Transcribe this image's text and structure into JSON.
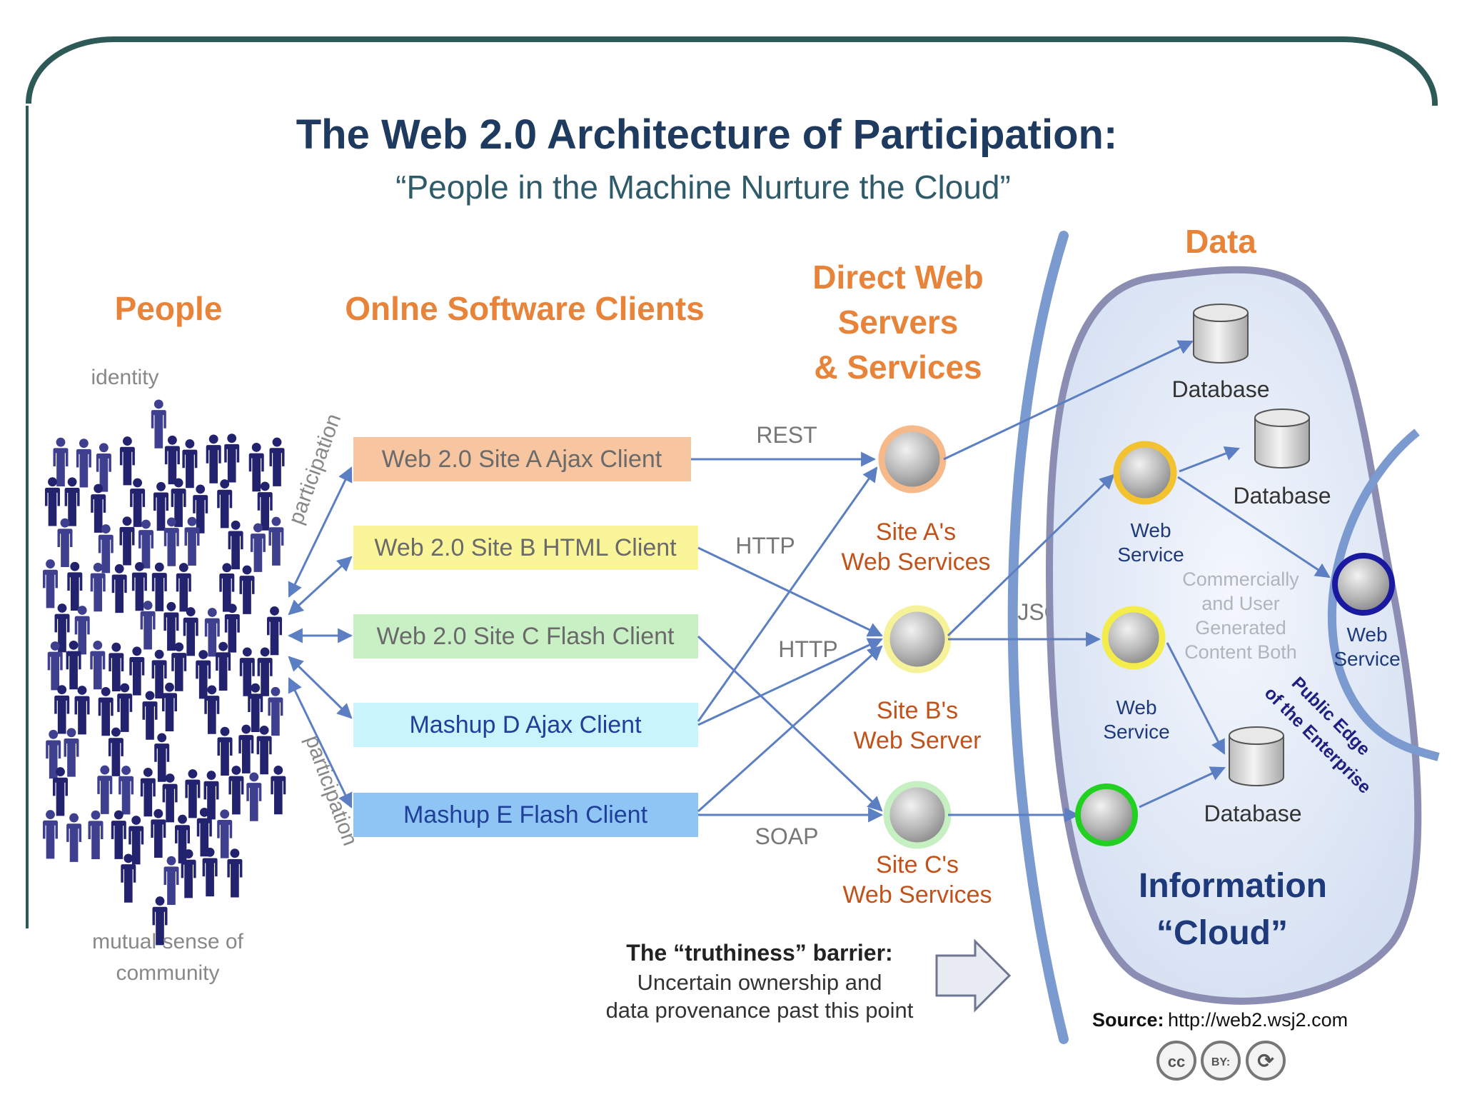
{
  "title": "The Web 2.0 Architecture of Participation:",
  "subtitle": "“People in the Machine Nurture the Cloud”",
  "columns": {
    "people": "People",
    "clients": "Onlne Software Clients",
    "servers": [
      "Direct Web",
      "Servers",
      "& Services"
    ],
    "data": "Data"
  },
  "people": {
    "top_label": "identity",
    "bottom_label": [
      "mutual sense of",
      "community"
    ],
    "participation_top": "participation",
    "participation_bottom": "participation"
  },
  "clients": [
    {
      "label": "Web 2.0 Site A Ajax Client",
      "color": "#f7c59f",
      "text_color": "#6a6a6a"
    },
    {
      "label": "Web 2.0 Site B HTML Client",
      "color": "#fbf59a",
      "text_color": "#6a6a6a"
    },
    {
      "label": "Web 2.0 Site C Flash Client",
      "color": "#c9f0c4",
      "text_color": "#6a6a6a"
    },
    {
      "label": "Mashup D Ajax Client",
      "color": "#c8f4fb",
      "text_color": "#1f3f9a"
    },
    {
      "label": "Mashup E Flash Client",
      "color": "#8ec5f5",
      "text_color": "#1f3f9a"
    }
  ],
  "protocols": [
    "REST",
    "HTTP",
    "HTTP",
    "SOAP",
    "JSON"
  ],
  "servers": [
    {
      "label": [
        "Site A's",
        "Web Services"
      ],
      "ring_color": "#f6b98a"
    },
    {
      "label": [
        "Site B's",
        "Web Server"
      ],
      "ring_color": "#f6f29a"
    },
    {
      "label": [
        "Site C's",
        "Web Services"
      ],
      "ring_color": "#c6efc2"
    }
  ],
  "cloud": {
    "databases": [
      "Database",
      "Database",
      "Database"
    ],
    "web_services": [
      {
        "label": [
          "Web",
          "Service"
        ],
        "ring_color": "#f2c230"
      },
      {
        "label": [
          "Web",
          "Service"
        ],
        "ring_color": "#f3ec4a"
      },
      {
        "label": [],
        "ring_color": "#22d022"
      },
      {
        "label": [
          "Web",
          "Service"
        ],
        "ring_color": "#1a1aa0"
      }
    ],
    "ugc_note": [
      "Commercially",
      "and User",
      "Generated",
      "Content Both"
    ],
    "edge_label": [
      "Public Edge",
      "of the Enterprise"
    ],
    "cloud_label": [
      "Information",
      "“Cloud”"
    ]
  },
  "barrier": {
    "heading": "The “truthiness” barrier:",
    "lines": [
      "Uncertain ownership and",
      "data provenance past this point"
    ]
  },
  "source": {
    "prefix": "Source:",
    "url": "http://web2.wsj2.com"
  },
  "license_icons": [
    "cc",
    "BY:",
    "⟳"
  ],
  "colors": {
    "title": "#1f3a5f",
    "subtitle": "#2e5a6a",
    "orange": "#e8833a",
    "arrow": "#5b7fc2",
    "barrier_line": "#7a9ad0",
    "frame": "#2d5a56",
    "people": "#22226e"
  }
}
